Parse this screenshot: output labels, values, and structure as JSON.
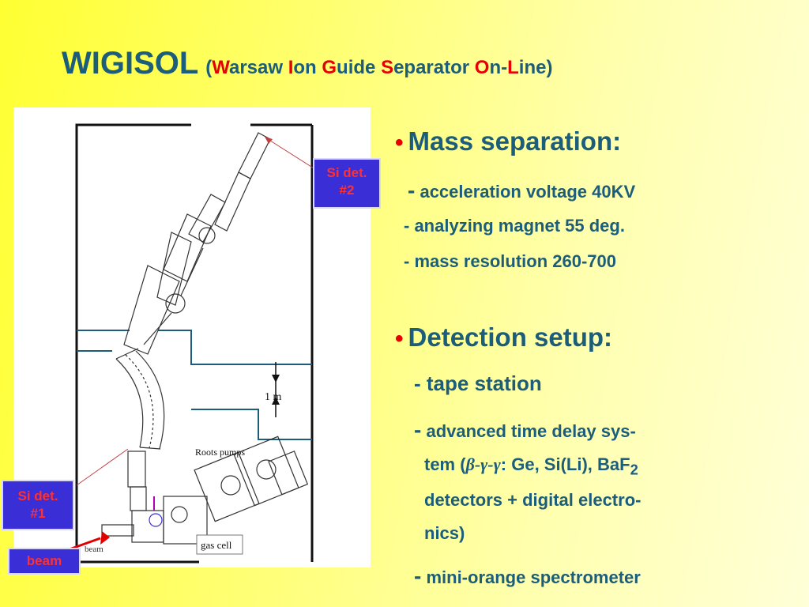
{
  "title": {
    "main": "WIGISOL",
    "open_paren": "(",
    "w_letter": "W",
    "w_rest": "arsaw ",
    "i_letter": "I",
    "i_rest": "on ",
    "g_letter": "G",
    "g_rest": "uide ",
    "s_letter": "S",
    "s_rest": "eparator ",
    "o_letter": "O",
    "o_rest": "n-",
    "l_letter": "L",
    "l_rest": "ine)"
  },
  "figure_labels": {
    "si_det_2_line1": "Si det.",
    "si_det_2_line2": "#2",
    "si_det_1_line1": "Si det.",
    "si_det_1_line2": "#1",
    "beam": "beam",
    "scale": "1 m",
    "roots_pumps": "Roots pumps",
    "gas_cell": "gas cell",
    "beam_small": "beam"
  },
  "mass_separation": {
    "heading": "Mass separation:",
    "items": [
      "acceleration voltage 40KV",
      "- analyzing magnet 55 deg.",
      "- mass resolution 260-700"
    ]
  },
  "detection_setup": {
    "heading": "Detection setup:",
    "tape_station": "- tape   station",
    "atd_line1": "advanced time delay sys-",
    "atd_line2_pre": "tem (",
    "atd_greek": "β-γ-γ",
    "atd_line2_post": ": Ge, Si(Li),  BaF",
    "atd_sub": "2",
    "atd_line3": "detectors + digital electro-",
    "atd_line4": "nics)",
    "mini_orange": "mini-orange spectrometer"
  },
  "dash": "-",
  "bullet": "•",
  "colors": {
    "title": "#1b5d7a",
    "highlight": "#e60000",
    "label_box": "#3a2fd6",
    "label_text": "#ff3030"
  }
}
